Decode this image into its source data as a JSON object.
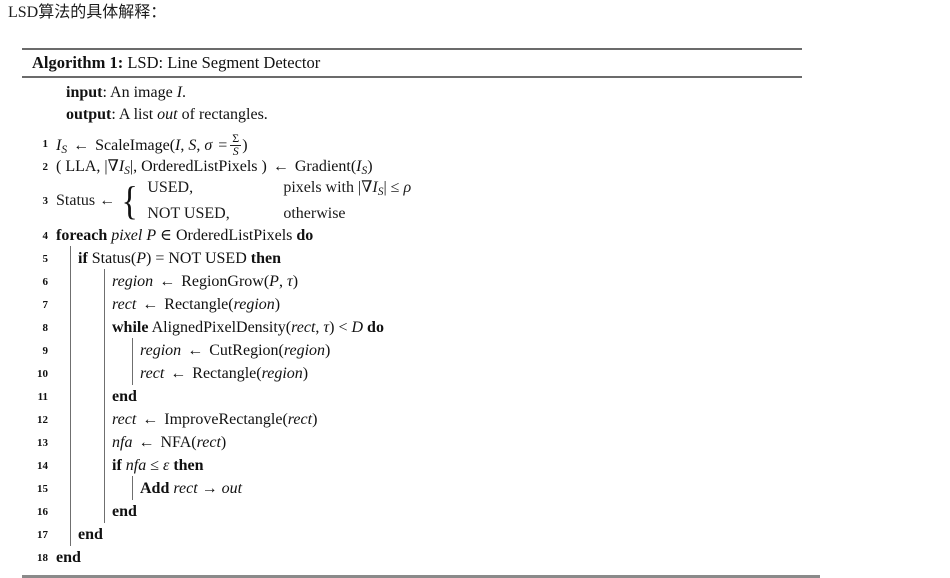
{
  "page": {
    "caption": "LSD算法的具体解释："
  },
  "algorithm": {
    "label": "Algorithm 1:",
    "title": "LSD: Line Segment Detector",
    "io": [
      {
        "keyword": "input",
        "sep": ": ",
        "text_a": "An image ",
        "var_a": "I",
        "text_b": "."
      },
      {
        "keyword": "output",
        "sep": ": ",
        "text_a": "A list ",
        "var_a": "out",
        "text_b": " of rectangles."
      }
    ],
    "lines": [
      {
        "n": "1",
        "indent": 0,
        "text": "I_S ← ScaleImage(I, S, σ = Σ/S)"
      },
      {
        "n": "2",
        "indent": 0,
        "text": "( LLA, |∇I_S|, OrderedListPixels ) ← Gradient(I_S)"
      },
      {
        "n": "3",
        "indent": 0,
        "text": "Status ← { USED, pixels with |∇I_S| ≤ ρ ; NOT USED, otherwise"
      },
      {
        "n": "4",
        "indent": 0,
        "text": "foreach pixel P ∈ OrderedListPixels do"
      },
      {
        "n": "5",
        "indent": 1,
        "text": "if Status(P) = NOT USED then"
      },
      {
        "n": "6",
        "indent": 2,
        "text": "region ← RegionGrow(P, τ)"
      },
      {
        "n": "7",
        "indent": 2,
        "text": "rect ← Rectangle(region)"
      },
      {
        "n": "8",
        "indent": 2,
        "text": "while AlignedPixelDensity(rect, τ) < D do"
      },
      {
        "n": "9",
        "indent": 3,
        "text": "region ← CutRegion(region)"
      },
      {
        "n": "10",
        "indent": 3,
        "text": "rect ← Rectangle(region)"
      },
      {
        "n": "11",
        "indent": 2,
        "text": "end"
      },
      {
        "n": "12",
        "indent": 2,
        "text": "rect ← ImproveRectangle(rect)"
      },
      {
        "n": "13",
        "indent": 2,
        "text": "nfa ← NFA(rect)"
      },
      {
        "n": "14",
        "indent": 2,
        "text": "if nfa ≤ ε then"
      },
      {
        "n": "15",
        "indent": 3,
        "text": "Add rect → out"
      },
      {
        "n": "16",
        "indent": 2,
        "text": "end"
      },
      {
        "n": "17",
        "indent": 1,
        "text": "end"
      },
      {
        "n": "18",
        "indent": 0,
        "text": "end"
      }
    ],
    "cases": {
      "lead": "Status ←",
      "row1_value": "USED,",
      "row1_cond": "pixels with |∇I_S| ≤ ρ",
      "row2_value": "NOT USED,",
      "row2_cond": "otherwise"
    },
    "tokens": {
      "foreach": "foreach",
      "if": "if",
      "then": "then",
      "while": "while",
      "do": "do",
      "end": "end",
      "add": "Add"
    },
    "colors": {
      "rule": "#6b6b6b",
      "rule_bottom": "#8a8a8a",
      "text": "#111111",
      "indent_guide": "#6f6f6f",
      "background": "#ffffff"
    }
  }
}
